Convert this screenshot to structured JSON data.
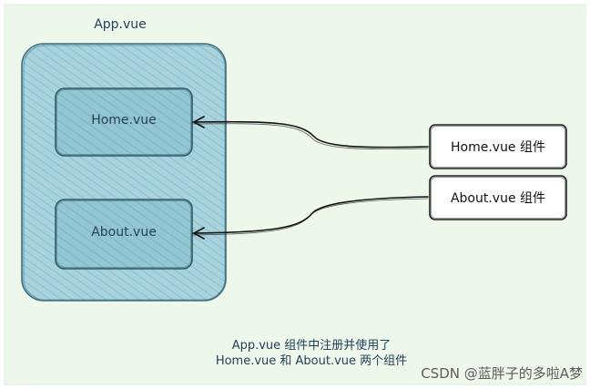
{
  "diagram": {
    "app_label": "App.vue",
    "home_inner_label": "Home.vue",
    "about_inner_label": "About.vue",
    "home_component_label": "Home.vue 组件",
    "about_component_label": "About.vue 组件",
    "caption_line1": "App.vue 组件中注册并使用了",
    "caption_line2": "Home.vue 和 About.vue 两个组件",
    "watermark": "CSDN @蓝胖子的多啦A梦"
  },
  "colors": {
    "background": "#ffffff",
    "paper_tint": "#edf7ea",
    "container_fill": "#a9d3dc",
    "container_stroke": "#3f6e82",
    "hatch": "#7fbccb",
    "box_stroke": "#1e1e1e",
    "arrow": "#111111",
    "text": "#26405a"
  }
}
